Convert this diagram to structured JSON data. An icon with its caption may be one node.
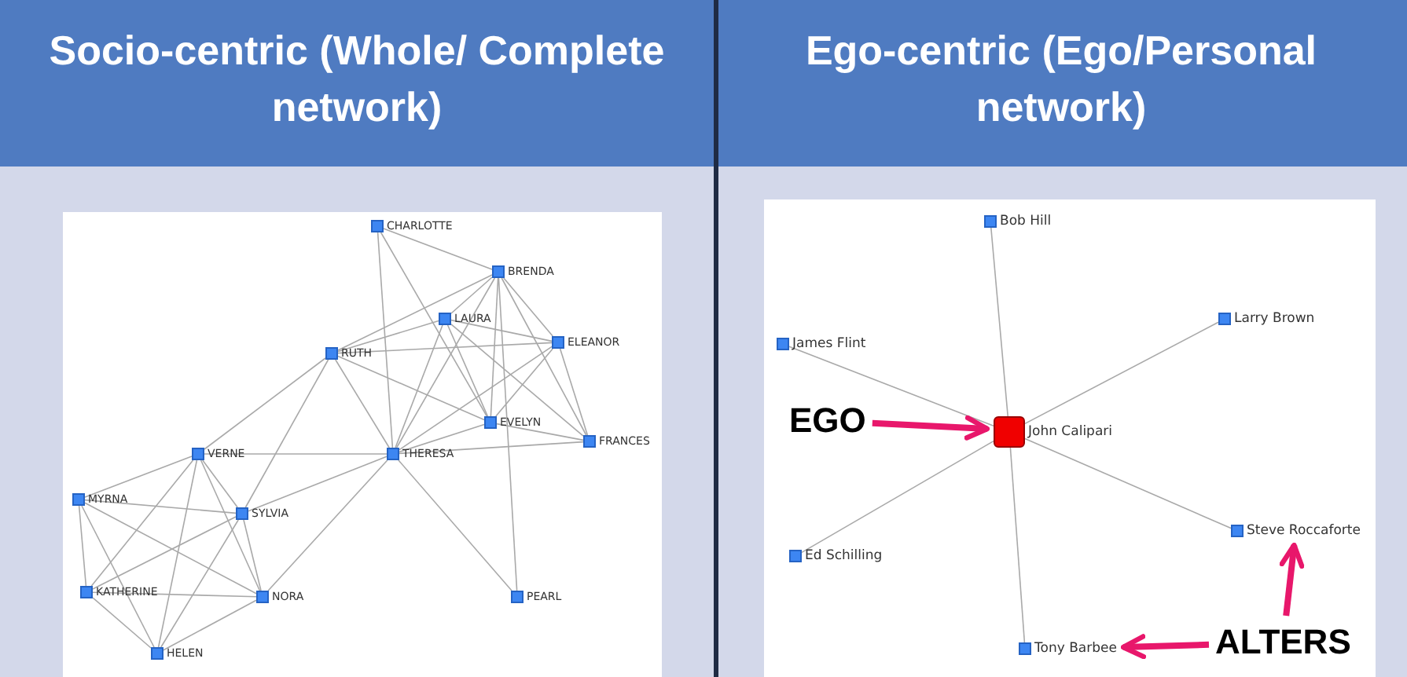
{
  "diagram": {
    "nodes": [
      {
        "text": [
          "CHARLOTTE"
        ]
      },
      {
        "text": [
          "BRENDA"
        ]
      },
      {
        "text": [
          "LAURA"
        ]
      },
      {
        "text": [
          "ELEANOR"
        ]
      },
      {
        "text": [
          "RUTH"
        ]
      },
      {
        "text": [
          "EVELYN"
        ]
      },
      {
        "text": [
          "FRANCES"
        ]
      },
      {
        "text": [
          "VERNE"
        ]
      },
      {
        "text": [
          "THERESA"
        ]
      },
      {
        "text": [
          "MYRNA"
        ]
      },
      {
        "text": [
          "SYLVIA"
        ]
      },
      {
        "text": [
          "KATHERINE"
        ]
      },
      {
        "text": [
          "NORA"
        ]
      },
      {
        "text": [
          "PEARL"
        ]
      },
      {
        "text": [
          "HELEN"
        ]
      },
      {
        "text": [
          "Bob Hill"
        ]
      },
      {
        "text": [
          "Larry Brown"
        ]
      },
      {
        "text": [
          "James Flint"
        ]
      },
      {
        "text": [
          "EGO"
        ]
      },
      {
        "text": [
          "John Calipari"
        ]
      },
      {
        "text": [
          "Ed Schilling"
        ]
      },
      {
        "text": [
          "Steve Roccaforte"
        ]
      },
      {
        "text": [
          "Tony Barbee"
        ]
      },
      {
        "text": [
          "ALTERS"
        ]
      }
    ],
    "edges": [
      {
        "from": 0,
        "to": 1,
        "arrow": "none"
      },
      {
        "from": 0,
        "to": 8,
        "arrow": "none"
      },
      {
        "from": 0,
        "to": 5,
        "arrow": "none"
      },
      {
        "from": 1,
        "to": 4,
        "arrow": "none"
      },
      {
        "from": 1,
        "to": 2,
        "arrow": "none"
      },
      {
        "from": 1,
        "to": 8,
        "arrow": "none"
      },
      {
        "from": 1,
        "to": 5,
        "arrow": "none"
      },
      {
        "from": 1,
        "to": 3,
        "arrow": "none"
      },
      {
        "from": 1,
        "to": 6,
        "arrow": "none"
      },
      {
        "from": 1,
        "to": 13,
        "arrow": "none"
      },
      {
        "from": 2,
        "to": 4,
        "arrow": "none"
      },
      {
        "from": 2,
        "to": 3,
        "arrow": "none"
      },
      {
        "from": 2,
        "to": 5,
        "arrow": "none"
      },
      {
        "from": 2,
        "to": 6,
        "arrow": "none"
      },
      {
        "from": 2,
        "to": 8,
        "arrow": "none"
      },
      {
        "from": 4,
        "to": 3,
        "arrow": "none"
      },
      {
        "from": 4,
        "to": 5,
        "arrow": "none"
      },
      {
        "from": 4,
        "to": 8,
        "arrow": "none"
      },
      {
        "from": 4,
        "to": 7,
        "arrow": "none"
      },
      {
        "from": 4,
        "to": 10,
        "arrow": "none"
      },
      {
        "from": 3,
        "to": 8,
        "arrow": "none"
      },
      {
        "from": 3,
        "to": 5,
        "arrow": "none"
      },
      {
        "from": 3,
        "to": 6,
        "arrow": "none"
      },
      {
        "from": 5,
        "to": 8,
        "arrow": "none"
      },
      {
        "from": 5,
        "to": 6,
        "arrow": "none"
      },
      {
        "from": 8,
        "to": 6,
        "arrow": "none"
      },
      {
        "from": 8,
        "to": 7,
        "arrow": "none"
      },
      {
        "from": 8,
        "to": 10,
        "arrow": "none"
      },
      {
        "from": 8,
        "to": 12,
        "arrow": "none"
      },
      {
        "from": 8,
        "to": 13,
        "arrow": "none"
      },
      {
        "from": 7,
        "to": 9,
        "arrow": "none"
      },
      {
        "from": 7,
        "to": 10,
        "arrow": "none"
      },
      {
        "from": 7,
        "to": 12,
        "arrow": "none"
      },
      {
        "from": 7,
        "to": 11,
        "arrow": "none"
      },
      {
        "from": 7,
        "to": 14,
        "arrow": "none"
      },
      {
        "from": 9,
        "to": 10,
        "arrow": "none"
      },
      {
        "from": 9,
        "to": 11,
        "arrow": "none"
      },
      {
        "from": 9,
        "to": 12,
        "arrow": "none"
      },
      {
        "from": 9,
        "to": 14,
        "arrow": "none"
      },
      {
        "from": 10,
        "to": 11,
        "arrow": "none"
      },
      {
        "from": 10,
        "to": 12,
        "arrow": "none"
      },
      {
        "from": 10,
        "to": 14,
        "arrow": "none"
      },
      {
        "from": 11,
        "to": 12,
        "arrow": "none"
      },
      {
        "from": 11,
        "to": 14,
        "arrow": "none"
      },
      {
        "from": 12,
        "to": 14,
        "arrow": "none"
      },
      {
        "from": 19,
        "to": 15,
        "arrow": "none"
      },
      {
        "from": 19,
        "to": 16,
        "arrow": "none"
      },
      {
        "from": 19,
        "to": 17,
        "arrow": "none"
      },
      {
        "from": 19,
        "to": 20,
        "arrow": "none"
      },
      {
        "from": 19,
        "to": 21,
        "arrow": "none"
      },
      {
        "from": 19,
        "to": 22,
        "arrow": "none"
      },
      {
        "from": 18,
        "to": 19,
        "arrow": "to",
        "style": "thick",
        "color": "#e8176b"
      },
      {
        "from": 23,
        "to": 22,
        "arrow": "to",
        "style": "thick",
        "color": "#e8176b"
      },
      {
        "from": 23,
        "to": 21,
        "arrow": "to",
        "style": "thick",
        "color": "#e8176b"
      }
    ],
    "labels": [
      "Socio-centric (Whole/ Complete network)",
      "Ego-centric (Ego/Personal network)"
    ]
  }
}
